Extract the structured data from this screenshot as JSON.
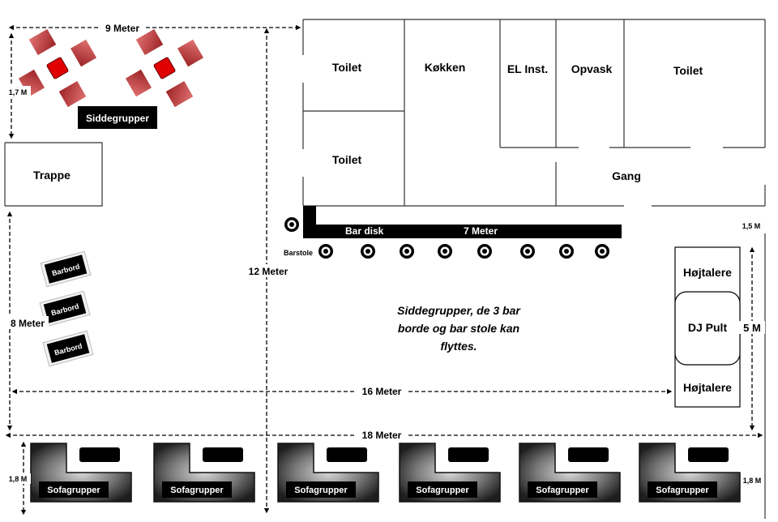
{
  "rooms": {
    "toilet_top": "Toilet",
    "kitchen": "Køkken",
    "el_inst": "EL Inst.",
    "dishwash": "Opvask",
    "toilet_right": "Toilet",
    "toilet_lower": "Toilet",
    "corridor": "Gang",
    "stairs": "Trappe"
  },
  "bar": {
    "desk_label": "Bar disk",
    "length_label": "7 Meter",
    "stools_label": "Barstole",
    "stool_count": 9
  },
  "furniture": {
    "seat_groups_label": "Siddegrupper",
    "bar_table_label": "Barbord",
    "bar_table_count": 3,
    "sofa_label": "Sofagrupper",
    "sofa_count": 6
  },
  "stage": {
    "speaker_top": "Højtalere",
    "dj_booth": "DJ Pult",
    "speaker_bottom": "Højtalere"
  },
  "dimensions": {
    "top_width": "9 Meter",
    "seat_depth": "1,7 M",
    "hall_height": "12 Meter",
    "left_height": "8 Meter",
    "inner_width": "16 Meter",
    "full_width": "18 Meter",
    "sofa_depth_left": "1,8 M",
    "sofa_depth_right": "1,8 M",
    "stage_gap": "1,5 M",
    "stage_height": "5 M"
  },
  "note_lines": [
    "Siddegrupper, de 3 bar",
    "borde og bar stole kan",
    "flyttes."
  ],
  "colors": {
    "chair": "#c0393b",
    "table_center": "#e00000",
    "block": "#000000",
    "sofa_dark": "#2a2a2a",
    "sofa_light": "#cfcfcf"
  }
}
